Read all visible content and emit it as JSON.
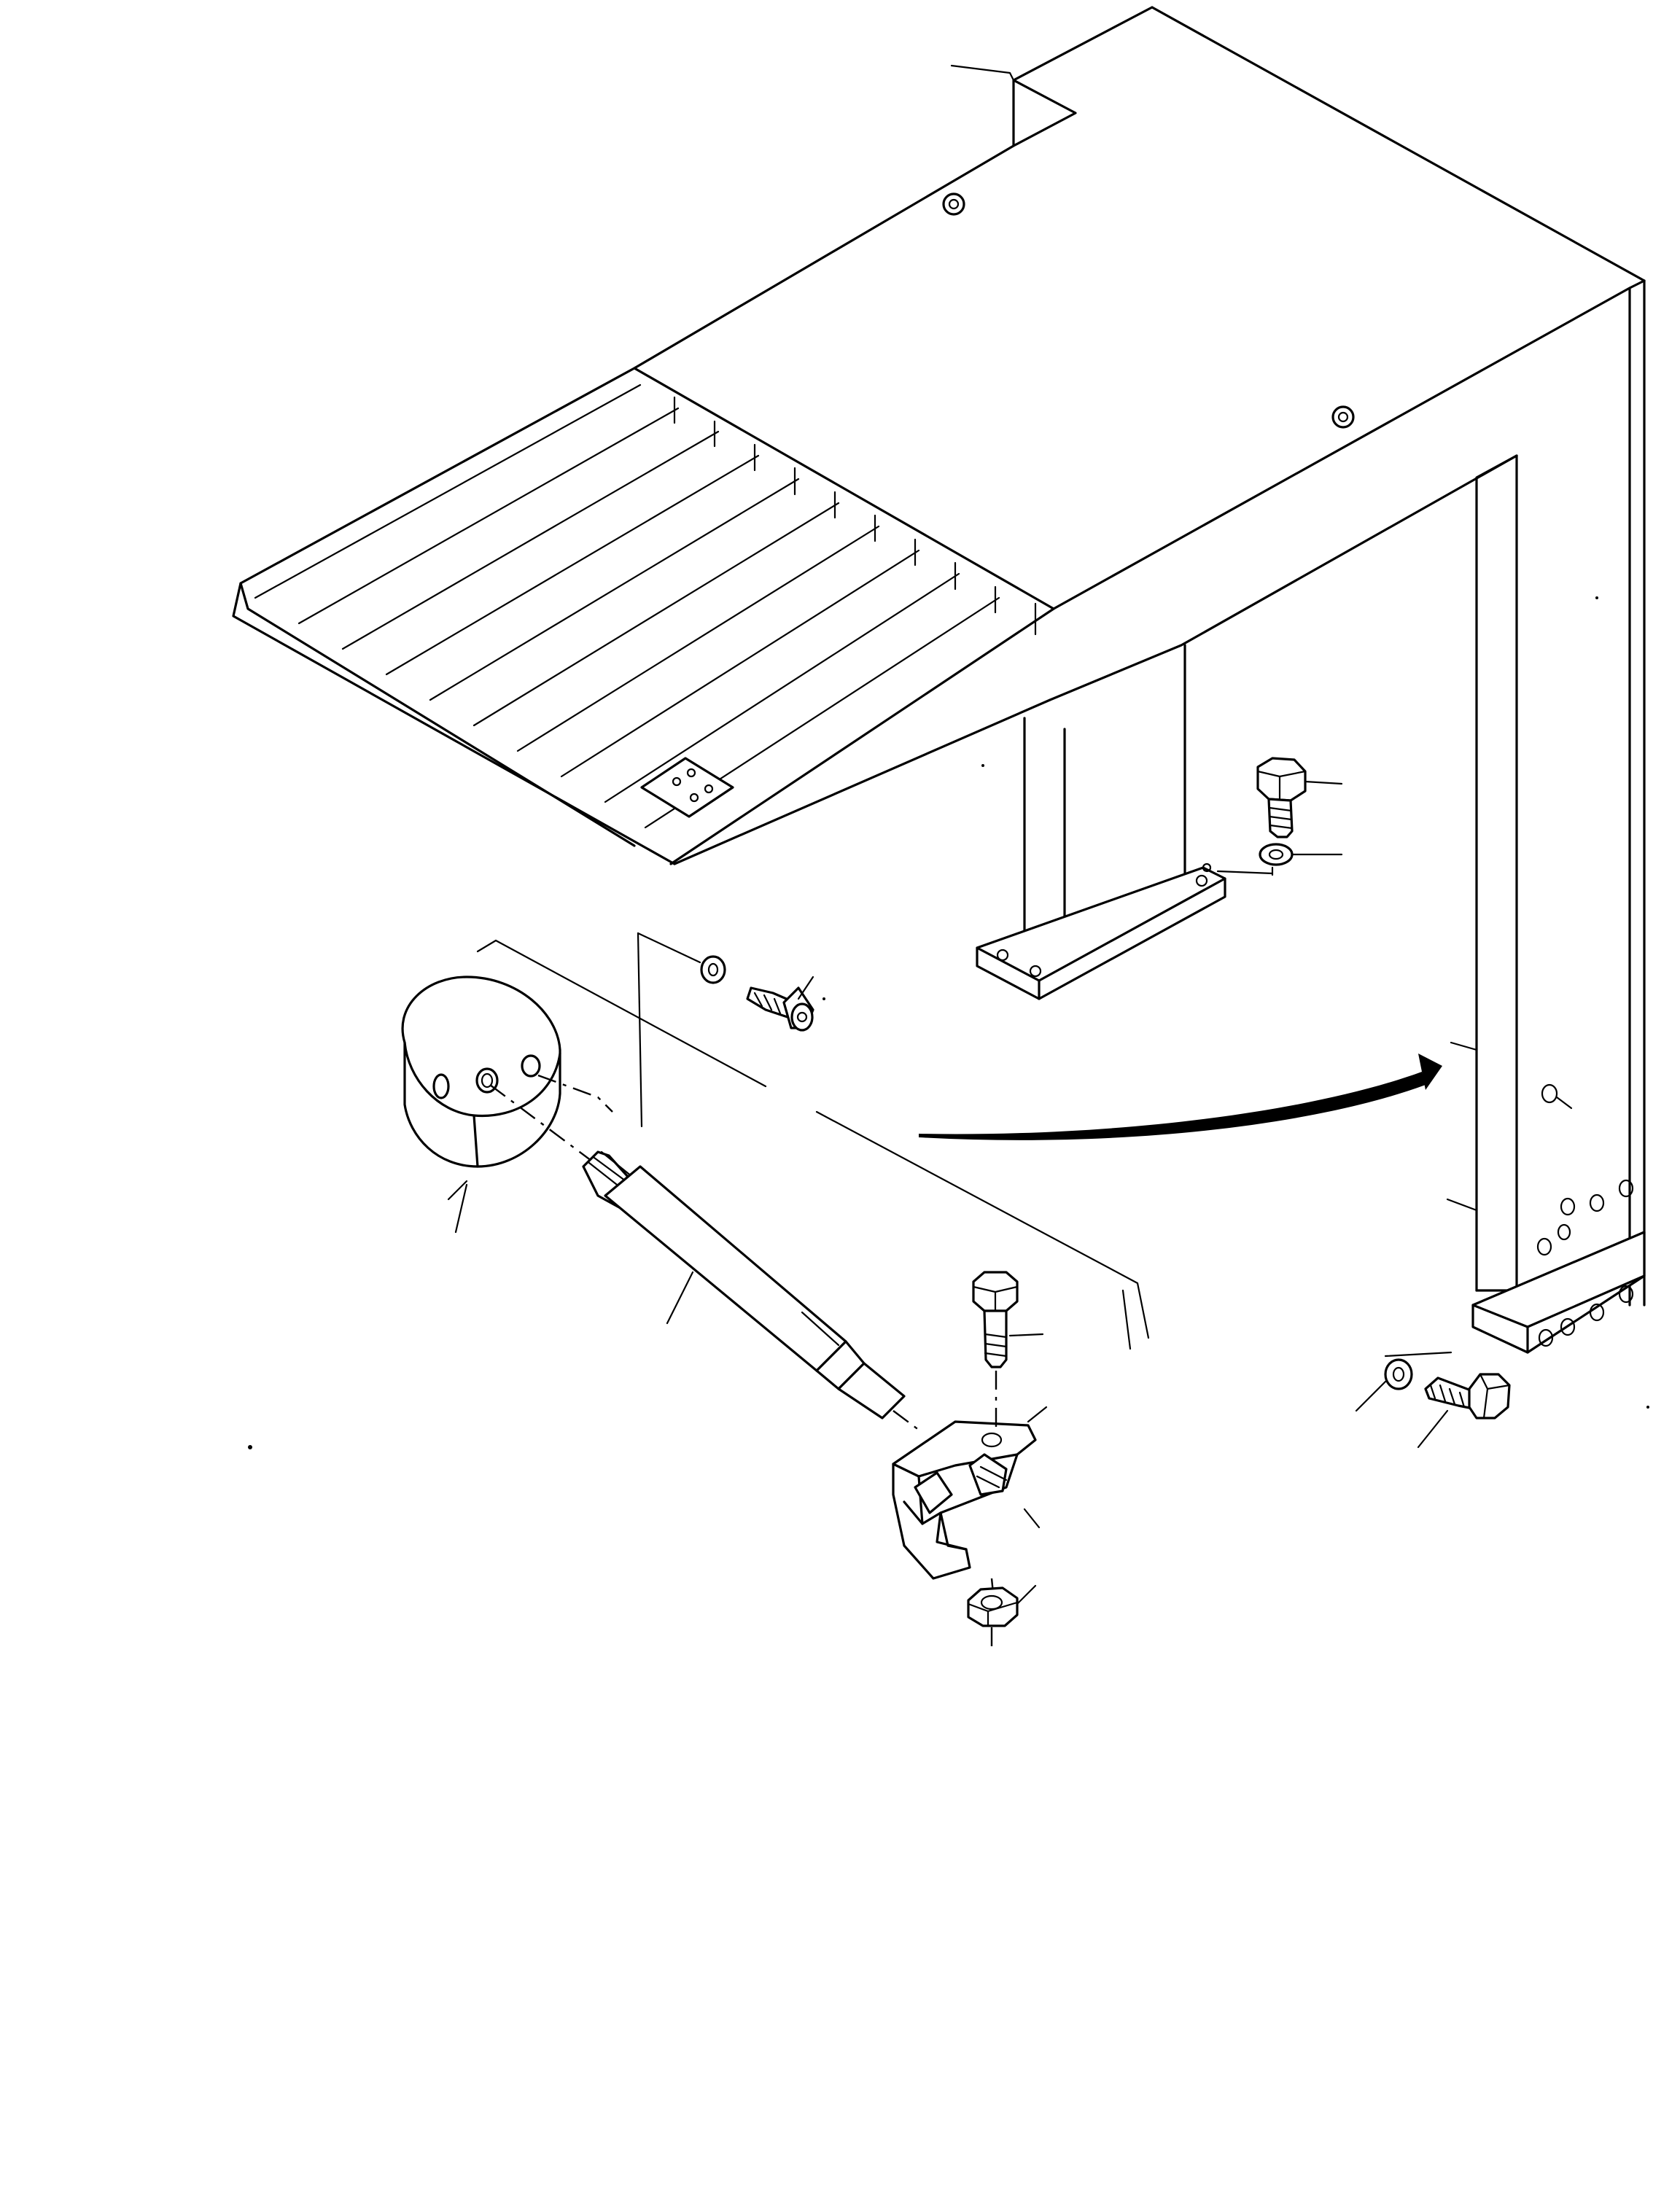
{
  "diagram": {
    "labels": [],
    "colors": {
      "ink": "#000000",
      "paper": "#ffffff"
    },
    "parts": [
      "guard-canopy",
      "louver-grille",
      "front-post",
      "rear-post",
      "counterweight-disc",
      "support-rod",
      "clamp-bracket",
      "hex-bolt",
      "lock-washer",
      "hex-nut",
      "socket-cap-screw"
    ]
  }
}
